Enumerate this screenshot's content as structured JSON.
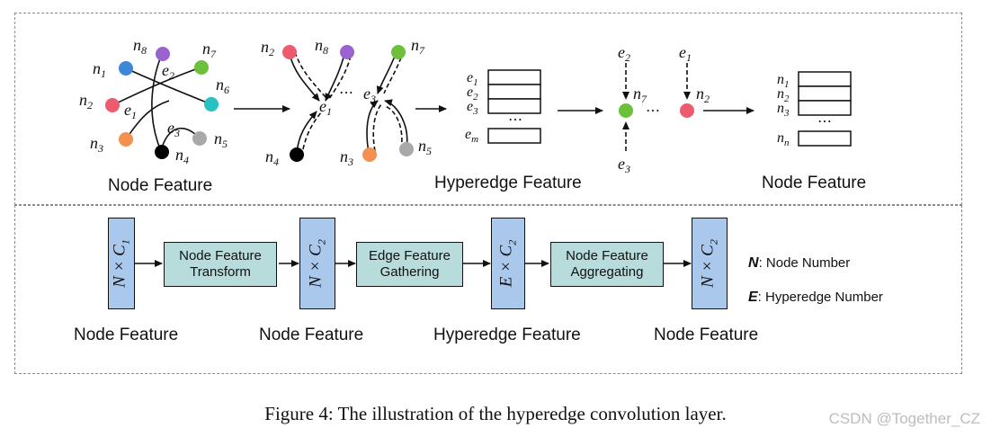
{
  "top_panel": {
    "node_labels": {
      "n1": "n",
      "n2": "n",
      "n3": "n",
      "n4": "n",
      "n5": "n",
      "n6": "n",
      "n7": "n",
      "n8": "n",
      "nn": "n"
    },
    "graph_label": "Node Feature",
    "hyperedge_label": "Hyperedge Feature",
    "output_label": "Node Feature",
    "node_colors": {
      "n1": "#3d87d8",
      "n2": "#ec5b6e",
      "n3": "#f39150",
      "n4": "#000000",
      "n5": "#a9a9a9",
      "n6": "#28c0c0",
      "n7": "#6cc03a",
      "n8": "#9b63cf"
    },
    "dots": "..."
  },
  "bottom_panel": {
    "blocks": [
      {
        "text": "N × C1"
      },
      {
        "text": "N × C2"
      },
      {
        "text": "E × C2"
      },
      {
        "text": "N × C2"
      }
    ],
    "ops": [
      {
        "line1": "Node Feature",
        "line2": "Transform"
      },
      {
        "line1": "Edge Feature",
        "line2": "Gathering"
      },
      {
        "line1": "Node Feature",
        "line2": "Aggregating"
      }
    ],
    "labels": [
      "Node Feature",
      "Node Feature",
      "Hyperedge Feature",
      "Node Feature"
    ],
    "legend": [
      {
        "key": "N",
        "text": ": Node Number"
      },
      {
        "key": "E",
        "text": ": Hyperedge  Number"
      }
    ]
  },
  "caption": "Figure 4: The illustration of the hyperedge convolution layer.",
  "watermark": "CSDN @Together_CZ"
}
